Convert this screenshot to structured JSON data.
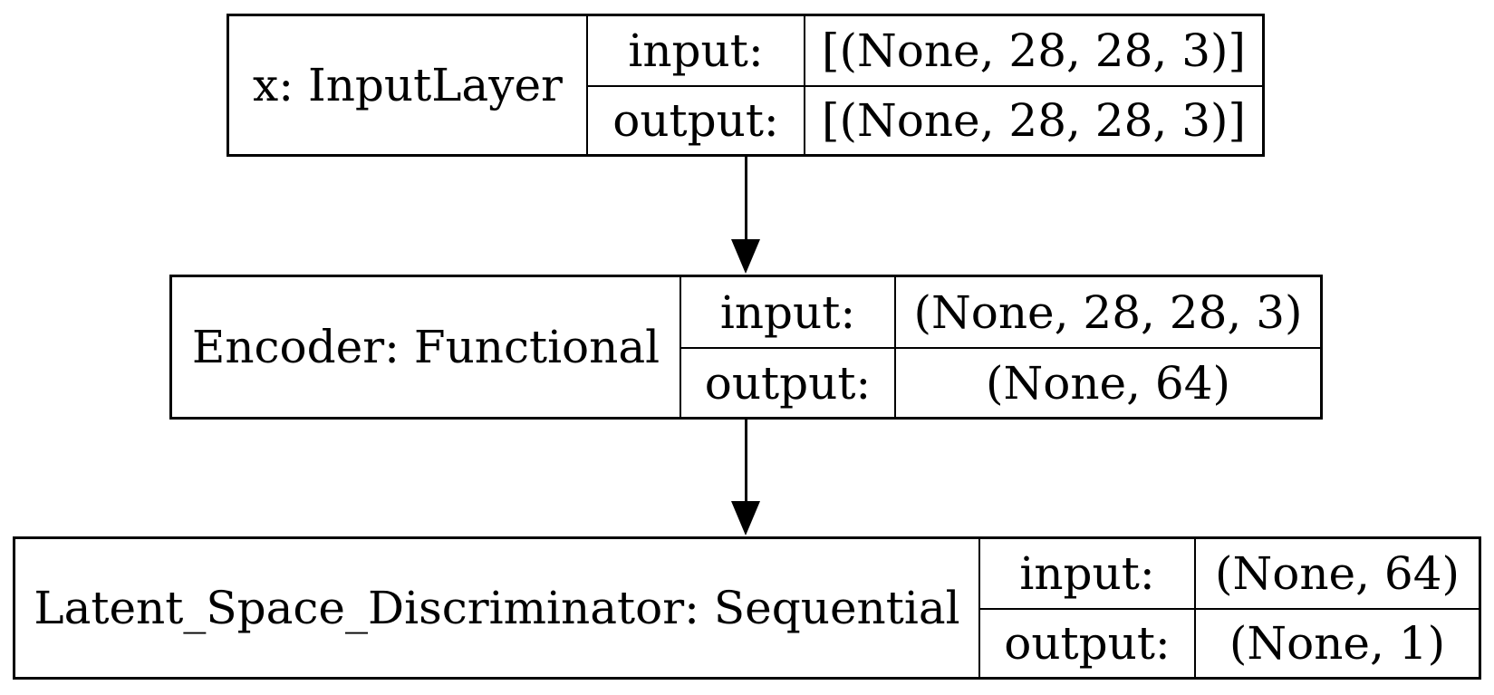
{
  "diagram": {
    "type": "keras-model-plot",
    "background_color": "#ffffff",
    "line_color": "#000000",
    "text_color": "#000000",
    "labels": {
      "input": "input:",
      "output": "output:"
    },
    "nodes": [
      {
        "name": "x: InputLayer",
        "input_shape": "[(None, 28, 28, 3)]",
        "output_shape": "[(None, 28, 28, 3)]"
      },
      {
        "name": "Encoder: Functional",
        "input_shape": "(None, 28, 28, 3)",
        "output_shape": "(None, 64)"
      },
      {
        "name": "Latent_Space_Discriminator: Sequential",
        "input_shape": "(None, 64)",
        "output_shape": "(None, 1)"
      }
    ],
    "edges": [
      {
        "from": "x",
        "to": "Encoder"
      },
      {
        "from": "Encoder",
        "to": "Latent_Space_Discriminator"
      }
    ]
  }
}
